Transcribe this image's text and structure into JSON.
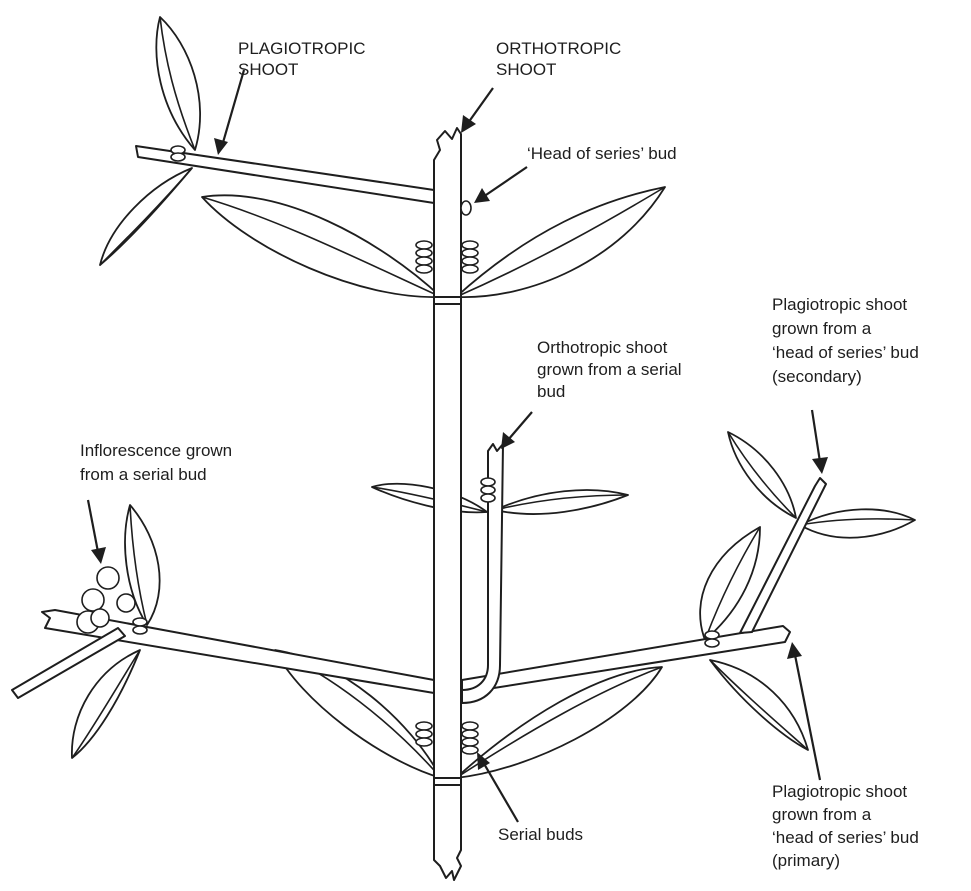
{
  "labels": {
    "plagiotropic_shoot": [
      "PLAGIOTROPIC",
      "SHOOT"
    ],
    "orthotropic_shoot": [
      "ORTHOTROPIC",
      "SHOOT"
    ],
    "head_of_series_bud": [
      "‘Head of series’ bud"
    ],
    "ortho_from_serial": [
      "Orthotropic shoot",
      "grown from a serial",
      "bud"
    ],
    "plagio_secondary": [
      "Plagiotropic shoot",
      "grown from a",
      "‘head of series’ bud",
      "(secondary)"
    ],
    "inflorescence": [
      "Inflorescence grown",
      "from a serial bud"
    ],
    "serial_buds": [
      "Serial buds"
    ],
    "plagio_primary": [
      "Plagiotropic shoot",
      "grown from a",
      "‘head of series’ bud",
      "(primary)"
    ]
  },
  "colors": {
    "line": "#1e1e1e",
    "background": "#ffffff"
  }
}
